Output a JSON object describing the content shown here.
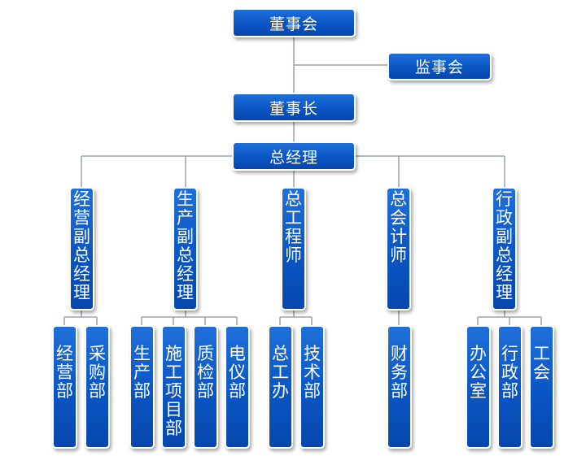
{
  "board": "董事会",
  "supervisors": "监事会",
  "chairman": "董事长",
  "gm": "总经理",
  "deputies": [
    {
      "title": "经营副总经理",
      "departments": [
        "经营部",
        "采购部"
      ]
    },
    {
      "title": "生产副总经理",
      "departments": [
        "生产部",
        "施工项目部",
        "质检部",
        "电仪部"
      ]
    },
    {
      "title": "总工程师",
      "departments": [
        "总工办",
        "技术部"
      ]
    },
    {
      "title": "总会计师",
      "departments": [
        "财务部"
      ]
    },
    {
      "title": "行政副总经理",
      "departments": [
        "办公室",
        "行政部",
        "工会"
      ]
    }
  ],
  "colors": {
    "box": "#0a55c4",
    "line": "#9aa3ad",
    "text": "#ffffff"
  }
}
